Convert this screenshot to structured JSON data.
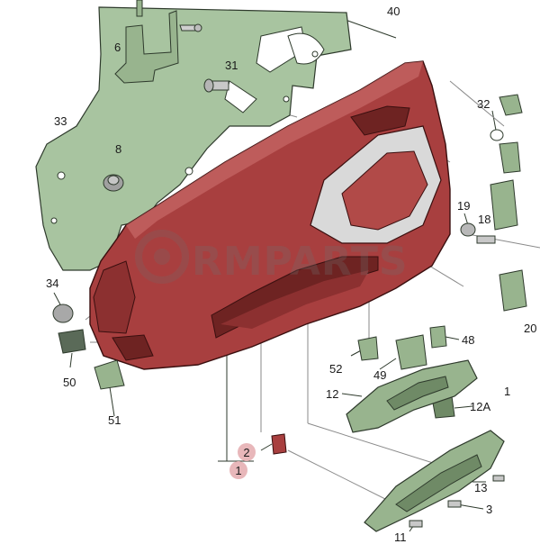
{
  "diagram": {
    "watermark": "RMPARTS",
    "colors": {
      "panel_red": "#a83f3f",
      "panel_red_dark": "#6e2322",
      "panel_red_light": "#c86a68",
      "carrier_green": "#a8c4a0",
      "part_green": "#98b48e",
      "outline": "#2e3a2c",
      "highlight": "#e8b7ba"
    },
    "callouts": [
      {
        "id": "40",
        "label": "40"
      },
      {
        "id": "6",
        "label": "6"
      },
      {
        "id": "31",
        "label": "31"
      },
      {
        "id": "32",
        "label": "32"
      },
      {
        "id": "33",
        "label": "33"
      },
      {
        "id": "8",
        "label": "8"
      },
      {
        "id": "19",
        "label": "19"
      },
      {
        "id": "18",
        "label": "18"
      },
      {
        "id": "34",
        "label": "34"
      },
      {
        "id": "20",
        "label": "20"
      },
      {
        "id": "50",
        "label": "50"
      },
      {
        "id": "48",
        "label": "48"
      },
      {
        "id": "52",
        "label": "52"
      },
      {
        "id": "49",
        "label": "49"
      },
      {
        "id": "51",
        "label": "51"
      },
      {
        "id": "12",
        "label": "12"
      },
      {
        "id": "12a",
        "label": "12A"
      },
      {
        "id": "1-top",
        "label": "1"
      },
      {
        "id": "2",
        "label": "2"
      },
      {
        "id": "1",
        "label": "1"
      },
      {
        "id": "13",
        "label": "13"
      },
      {
        "id": "3",
        "label": "3"
      },
      {
        "id": "11",
        "label": "11"
      }
    ]
  }
}
